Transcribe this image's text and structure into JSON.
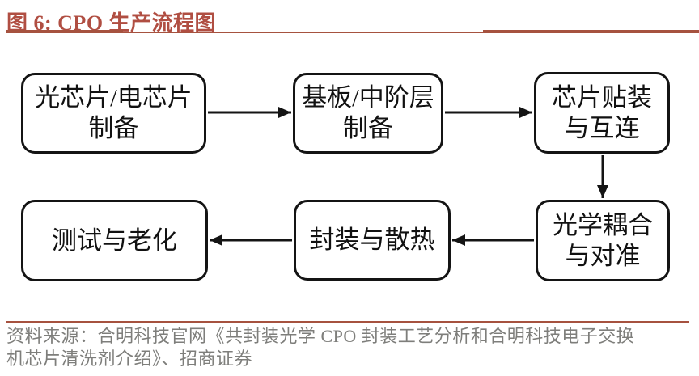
{
  "header": {
    "title": "图 6: CPO 生产流程图"
  },
  "flowchart": {
    "nodes": [
      {
        "label": "光芯片/电芯片制备",
        "line1": "光芯片/电芯片",
        "line2": "制备"
      },
      {
        "label": "基板/中阶层制备",
        "line1": "基板/中阶层",
        "line2": "制备"
      },
      {
        "label": "芯片贴装与互连",
        "line1": "芯片贴装",
        "line2": "与互连"
      },
      {
        "label": "光学耦合与对准",
        "line1": "光学耦合",
        "line2": "与对准"
      },
      {
        "label": "封装与散热",
        "line1": "封装与散热"
      },
      {
        "label": "测试与老化",
        "line1": "测试与老化"
      }
    ],
    "edges": [
      {
        "from": "光芯片/电芯片制备",
        "to": "基板/中阶层制备",
        "direction": "right"
      },
      {
        "from": "基板/中阶层制备",
        "to": "芯片贴装与互连",
        "direction": "right"
      },
      {
        "from": "芯片贴装与互连",
        "to": "光学耦合与对准",
        "direction": "down"
      },
      {
        "from": "光学耦合与对准",
        "to": "封装与散热",
        "direction": "left"
      },
      {
        "from": "封装与散热",
        "to": "测试与老化",
        "direction": "left"
      }
    ]
  },
  "footer": {
    "source_lines": [
      "资料来源：合明科技官网《共封装光学 CPO 封装工艺分析和合明科技电子交换",
      "机芯片清洗剂介绍》、招商证券"
    ]
  },
  "colors": {
    "accent_title": "#B04E42",
    "rule": "#A6523F",
    "box_border": "#141414",
    "box_text": "#111111",
    "source_text": "#7E7E7B",
    "background": "#FFFFFF"
  }
}
